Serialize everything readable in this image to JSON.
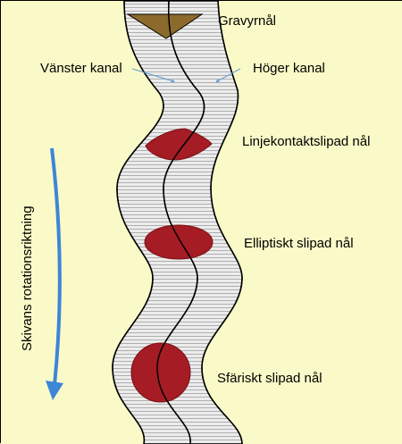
{
  "diagram": {
    "labels": {
      "engraving_needle": "Gravyrnål",
      "left_channel": "Vänster kanal",
      "right_channel": "Höger kanal",
      "line_contact": "Linjekontaktslipad nål",
      "elliptical": "Elliptiskt slipad nål",
      "spherical": "Sfäriskt slipad nål",
      "rotation_direction": "Skivans rotationsriktning"
    },
    "colors": {
      "background": "#fafac8",
      "groove_fill": "#e8e8e8",
      "groove_lines": "#9a9a9a",
      "outline": "#000000",
      "needle_fill": "#a51c24",
      "engraver_fill": "#8b6a2b",
      "arrow": "#3d86d8",
      "pointer": "#5b9bd5"
    }
  }
}
